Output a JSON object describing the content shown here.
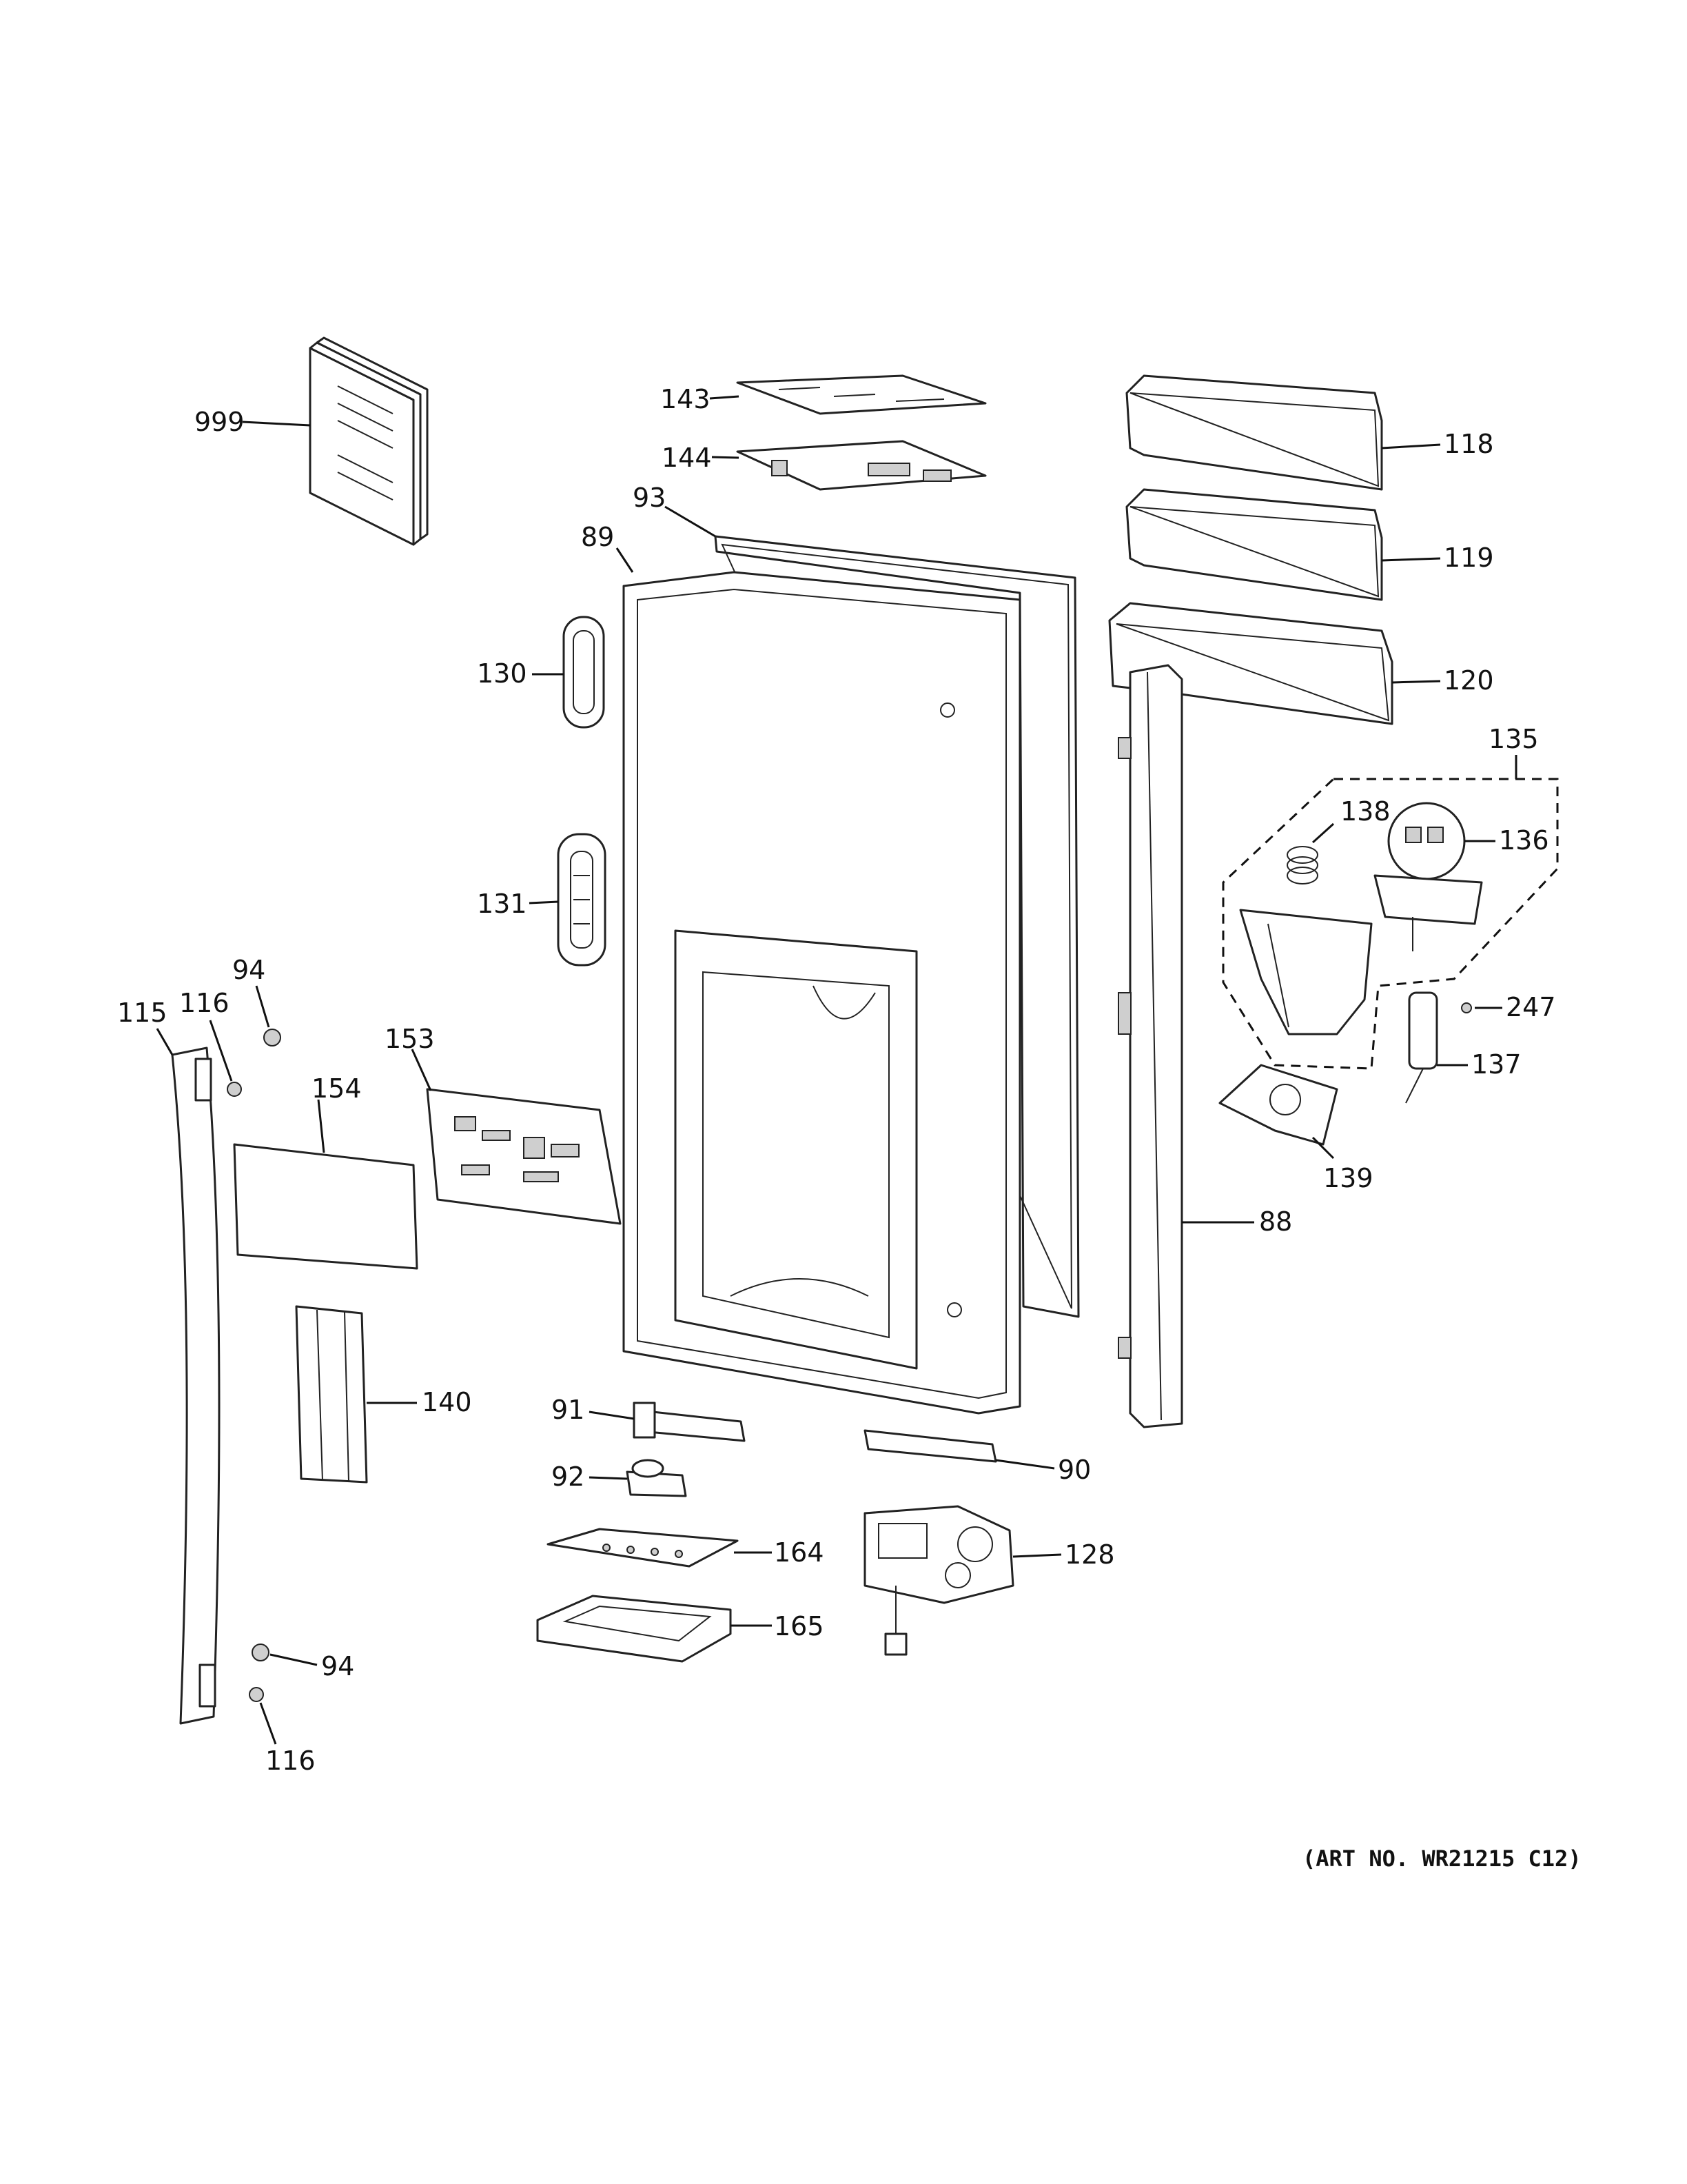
{
  "callouts": {
    "c999": "999",
    "c143": "143",
    "c144": "144",
    "c93": "93",
    "c89": "89",
    "c118": "118",
    "c119": "119",
    "c120": "120",
    "c135": "135",
    "c138": "138",
    "c136": "136",
    "c130": "130",
    "c131": "131",
    "c247": "247",
    "c137": "137",
    "c139": "139",
    "c94a": "94",
    "c116a": "116",
    "c115": "115",
    "c153": "153",
    "c154": "154",
    "c88": "88",
    "c140": "140",
    "c91": "91",
    "c90": "90",
    "c92": "92",
    "c164": "164",
    "c128": "128",
    "c165": "165",
    "c94b": "94",
    "c116b": "116"
  },
  "art_number": "(ART NO. WR21215 C12)"
}
